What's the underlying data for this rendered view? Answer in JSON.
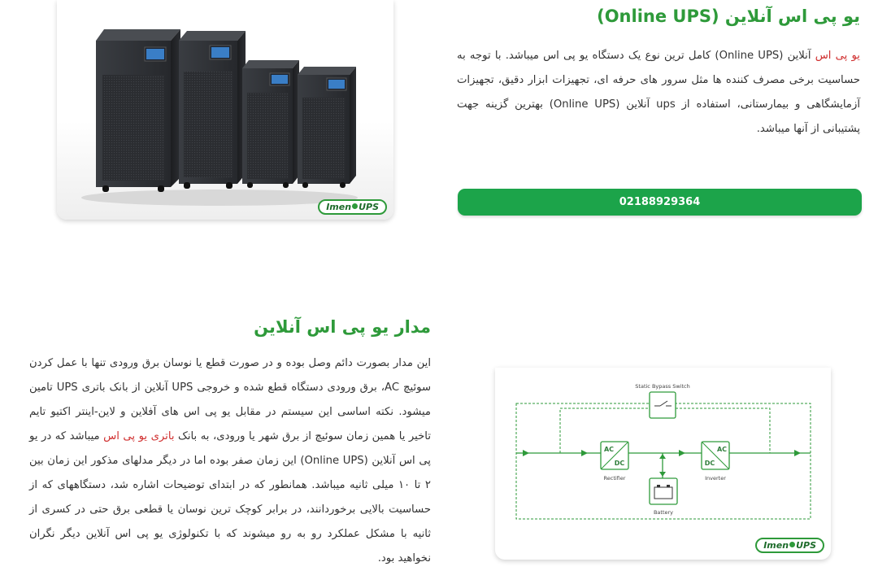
{
  "section1": {
    "title": "یو پی اس آنلاین (Online UPS)",
    "paragraph_link": "یو پی اس",
    "paragraph_rest": " آنلاین (Online UPS) کامل ترین نوع یک دستگاه یو پی اس میباشد. با توجه به حساسیت برخی مصرف کننده ها مثل سرور های حرفه ای، تجهیزات ابزار دقیق، تجهیزات آزمایشگاهی و بیمارستانی، استفاده از ups آنلاین (Online UPS) بهترین گزینه جهت پشتیبانی از آنها میباشد.",
    "phone_button": "02188929364",
    "brand": "Imen UPS"
  },
  "section2": {
    "title": "مدار یو پی اس آنلاین",
    "paragraph_part1": "این مدار بصورت دائم وصل بوده و در صورت قطع یا نوسان برق ورودی تنها با عمل کردن سوئیچ AC، برق ورودی دستگاه قطع شده و خروجی UPS آنلاین از بانک باتری UPS تامین میشود. نکته اساسی این سیستم در مقابل یو پی اس های آفلاین و لاین-اینتر اکتیو تایم تاخیر یا همین زمان سوئیچ از برق شهر یا ورودی، به بانک ",
    "paragraph_link": "باتری یو پی اس",
    "paragraph_part2": " میباشد که در یو پی اس آنلاین (Online UPS) این زمان صفر بوده اما در دیگر مدلهای مذکور این زمان بین ۲ تا ۱۰ میلی ثانیه میباشد. همانطور که در ابتدای توضیحات اشاره شد، دستگاههای که از حساسیت بالایی برخوردانند، در برابر کوچک ترین نوسان یا قطعی برق حتی در کسری از ثانیه با مشکل عملکرد رو به رو میشوند که با تکنولوژی یو پی اس آنلاین دیگر نگران نخواهید بود.",
    "diagram": {
      "static_bypass_label": "Static Bypass Switch",
      "rectifier_label": "Rectifier",
      "inverter_label": "Inverter",
      "battery_label": "Battery",
      "ac": "AC",
      "dc": "DC"
    },
    "brand": "Imen UPS"
  },
  "colors": {
    "accent_green": "#2e9a3a",
    "button_green": "#1ca44a",
    "link_red": "#d03030"
  }
}
